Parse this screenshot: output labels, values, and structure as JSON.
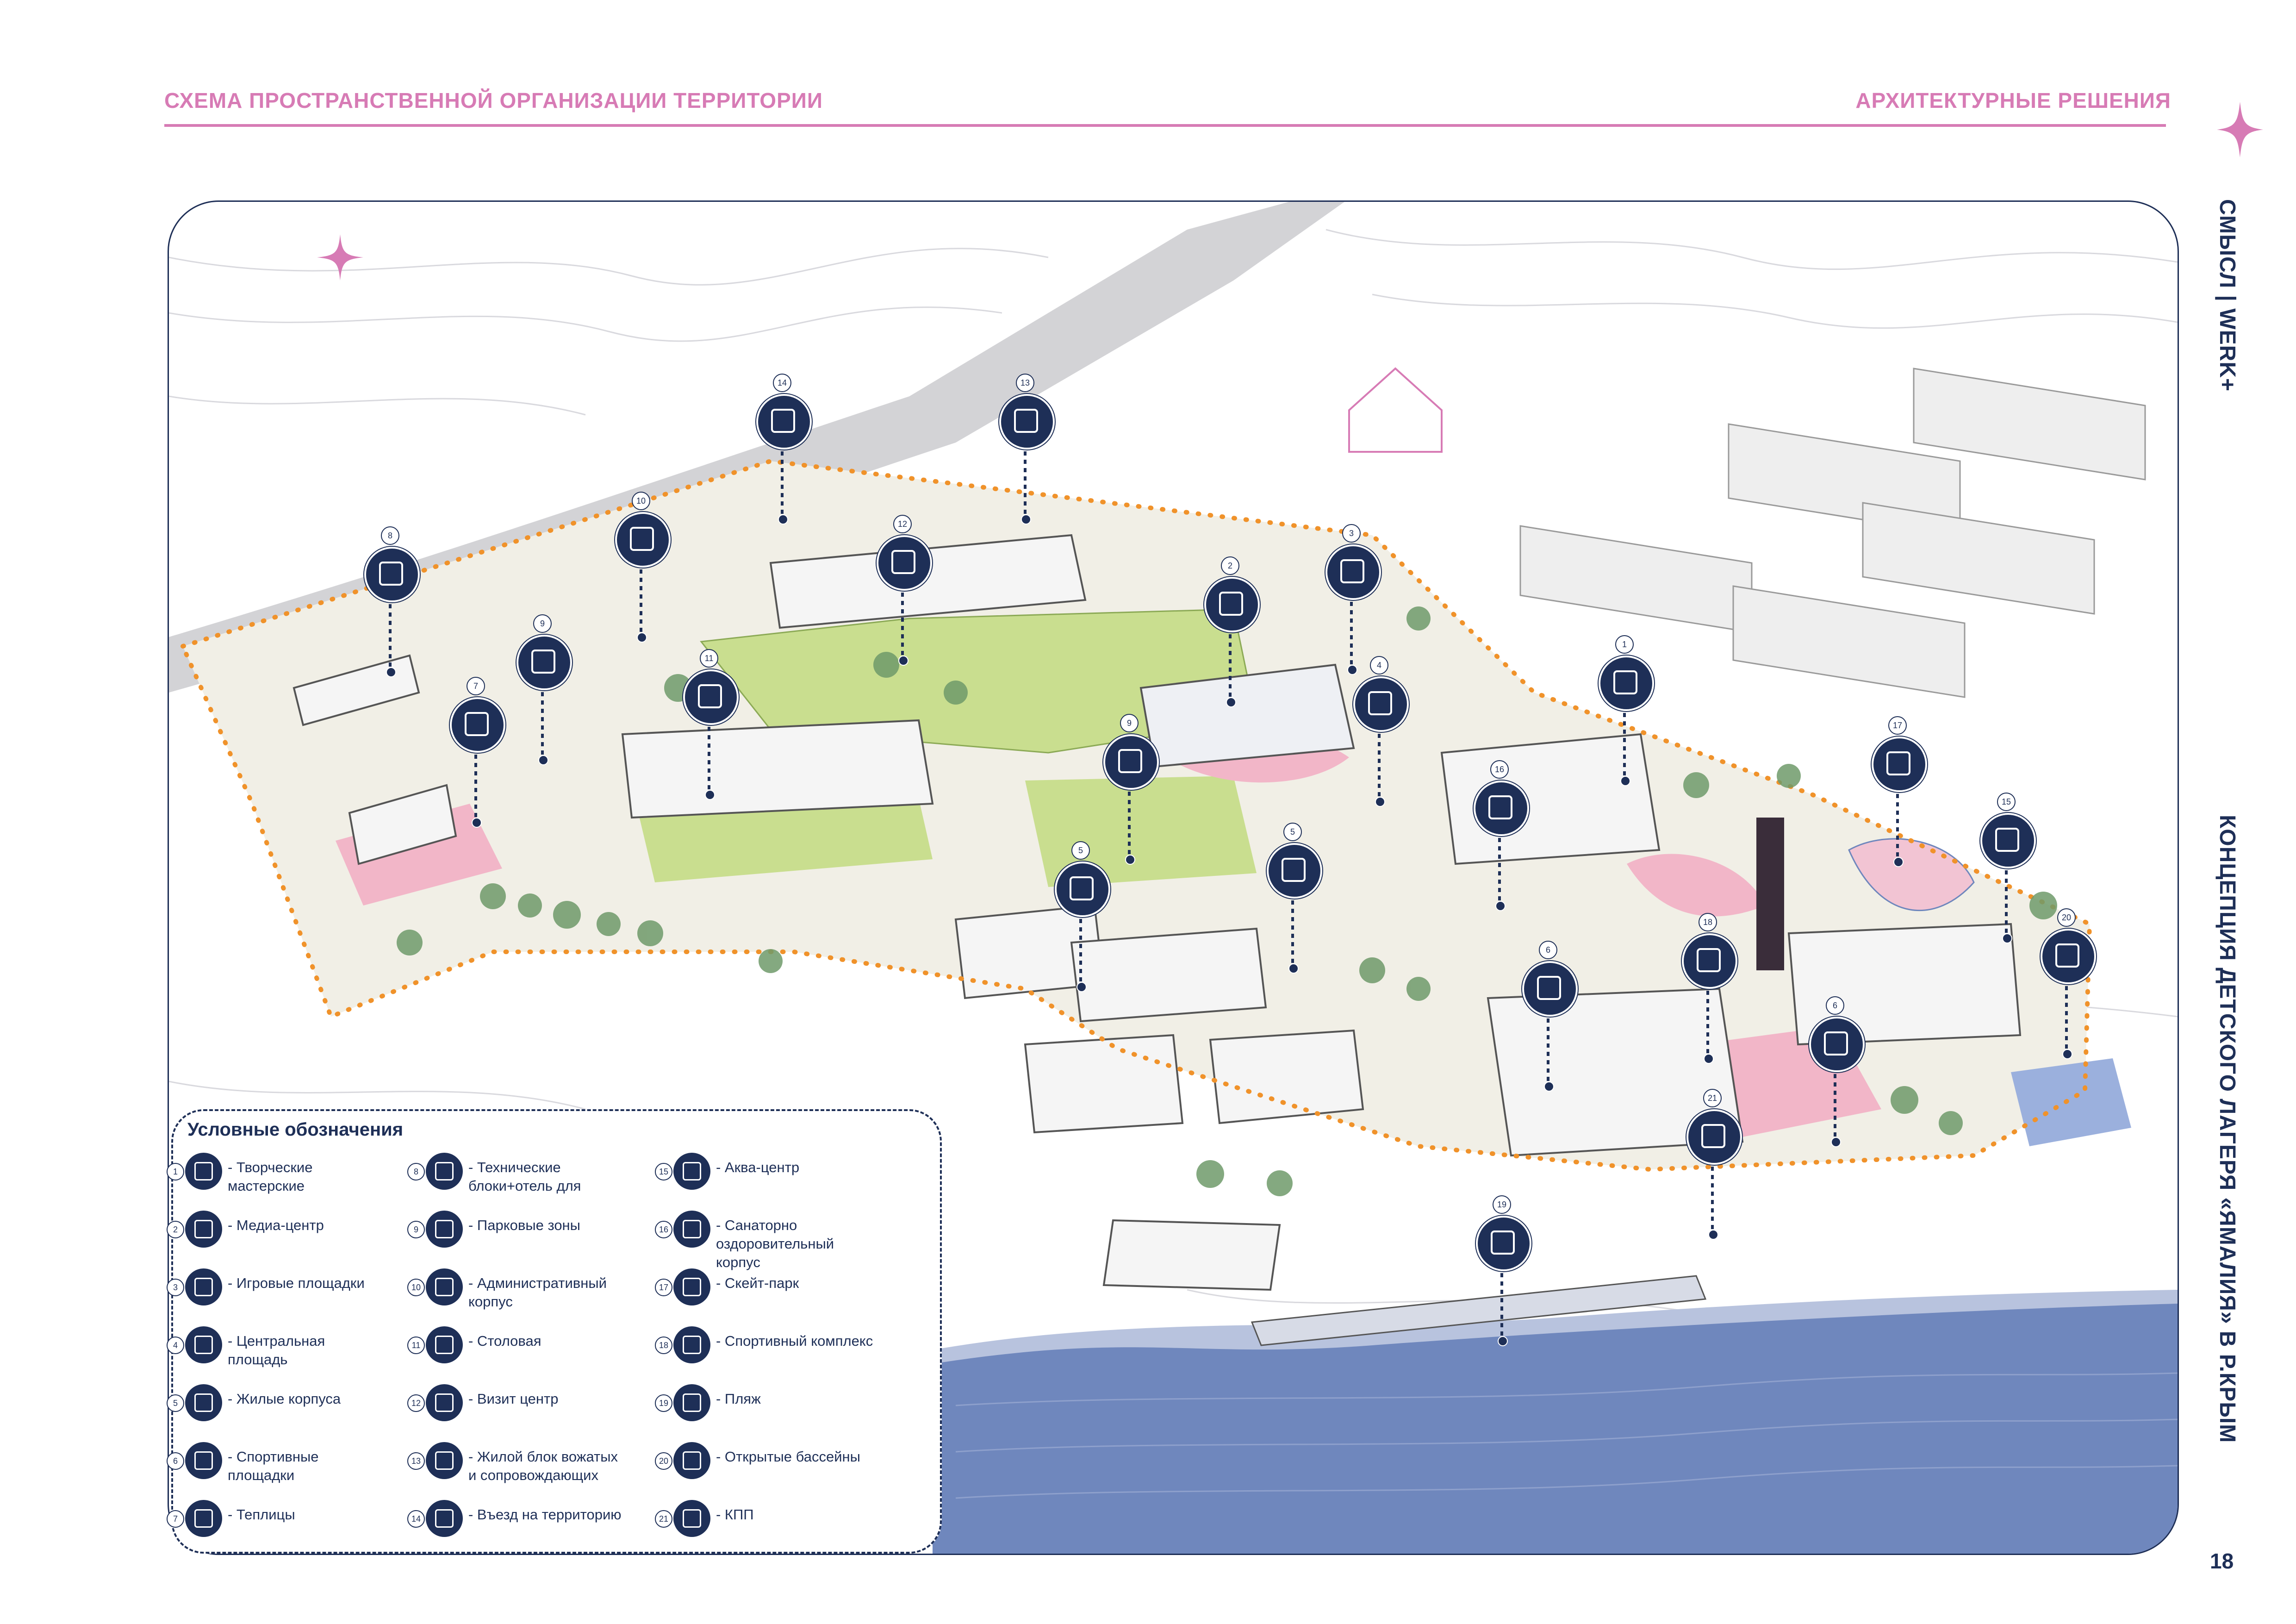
{
  "header": {
    "left_title": "СХЕМА ПРОСТРАНСТВЕННОЙ ОРГАНИЗАЦИИ ТЕРРИТОРИИ",
    "right_title": "АРХИТЕКТУРНЫЕ РЕШЕНИЯ"
  },
  "side": {
    "brand": "СМЫСЛ | WERK+",
    "concept": "КОНЦЕПЦИЯ ДЕТСКОГО ЛАГЕРЯ «ЯМАЛИЯ» В Р.КРЫМ"
  },
  "page_number": "18",
  "colors": {
    "accent_pink": "#d77bb5",
    "navy": "#1e2f57",
    "boundary_orange": "#f0922a",
    "water": "#6f87bd",
    "grass": "#c9de8f",
    "plaza_pink": "#f2b6c8"
  },
  "legend": {
    "title": "Условные обозначения",
    "items": [
      {
        "num": "1",
        "icon": "brush-pencil-icon",
        "label": "- Творческие мастерские"
      },
      {
        "num": "2",
        "icon": "media-center-icon",
        "label": "- Медиа-центр"
      },
      {
        "num": "3",
        "icon": "playground-icon",
        "label": "- Игровые площадки"
      },
      {
        "num": "4",
        "icon": "carousel-icon",
        "label": "- Центральная площадь"
      },
      {
        "num": "5",
        "icon": "house-icon",
        "label": "- Жилые корпуса"
      },
      {
        "num": "6",
        "icon": "sports-field-icon",
        "label": "- Спортивные площадки"
      },
      {
        "num": "7",
        "icon": "greenhouse-icon",
        "label": "- Теплицы"
      },
      {
        "num": "8",
        "icon": "hotel-icon",
        "label": "- Технические блоки+отель для"
      },
      {
        "num": "9",
        "icon": "park-trees-icon",
        "label": "- Парковые зоны"
      },
      {
        "num": "10",
        "icon": "admin-building-icon",
        "label": "- Административный корпус"
      },
      {
        "num": "11",
        "icon": "plate-cutlery-icon",
        "label": "- Столовая"
      },
      {
        "num": "12",
        "icon": "visitor-center-icon",
        "label": "- Визит центр"
      },
      {
        "num": "13",
        "icon": "bed-person-icon",
        "label": "- Жилой блок вожатых и сопровождающих"
      },
      {
        "num": "14",
        "icon": "entrance-arrow-icon",
        "label": "- Въезд на территорию"
      },
      {
        "num": "15",
        "icon": "swimmer-icon",
        "label": "- Аква-центр"
      },
      {
        "num": "16",
        "icon": "medical-bed-icon",
        "label": "- Санаторно оздоровительный корпус"
      },
      {
        "num": "17",
        "icon": "skateboard-icon",
        "label": "- Скейт-парк"
      },
      {
        "num": "18",
        "icon": "sports-balls-icon",
        "label": "- Спортивный комплекс"
      },
      {
        "num": "19",
        "icon": "beach-umbrella-icon",
        "label": "- Пляж"
      },
      {
        "num": "20",
        "icon": "outdoor-pool-icon",
        "label": "- Открытые бассейны"
      },
      {
        "num": "21",
        "icon": "checkpoint-icon",
        "label": "- КПП"
      }
    ]
  },
  "markers": [
    {
      "num": "14",
      "icon": "entrance-arrow-icon"
    },
    {
      "num": "13",
      "icon": "bed-person-icon"
    },
    {
      "num": "10",
      "icon": "admin-building-icon"
    },
    {
      "num": "12",
      "icon": "visitor-center-icon"
    },
    {
      "num": "8",
      "icon": "hotel-icon"
    },
    {
      "num": "2",
      "icon": "media-center-icon"
    },
    {
      "num": "3",
      "icon": "playground-icon"
    },
    {
      "num": "9",
      "icon": "park-trees-icon"
    },
    {
      "num": "11",
      "icon": "plate-cutlery-icon"
    },
    {
      "num": "4",
      "icon": "carousel-icon"
    },
    {
      "num": "1",
      "icon": "brush-pencil-icon"
    },
    {
      "num": "7",
      "icon": "greenhouse-icon"
    },
    {
      "num": "9",
      "icon": "park-trees-icon"
    },
    {
      "num": "16",
      "icon": "medical-bed-icon"
    },
    {
      "num": "17",
      "icon": "skateboard-icon"
    },
    {
      "num": "15",
      "icon": "swimmer-icon"
    },
    {
      "num": "5",
      "icon": "house-icon"
    },
    {
      "num": "5",
      "icon": "house-icon"
    },
    {
      "num": "18",
      "icon": "sports-balls-icon"
    },
    {
      "num": "20",
      "icon": "outdoor-pool-icon"
    },
    {
      "num": "6",
      "icon": "sports-field-icon"
    },
    {
      "num": "6",
      "icon": "sports-field-icon"
    },
    {
      "num": "21",
      "icon": "checkpoint-icon"
    },
    {
      "num": "19",
      "icon": "beach-umbrella-icon"
    }
  ]
}
